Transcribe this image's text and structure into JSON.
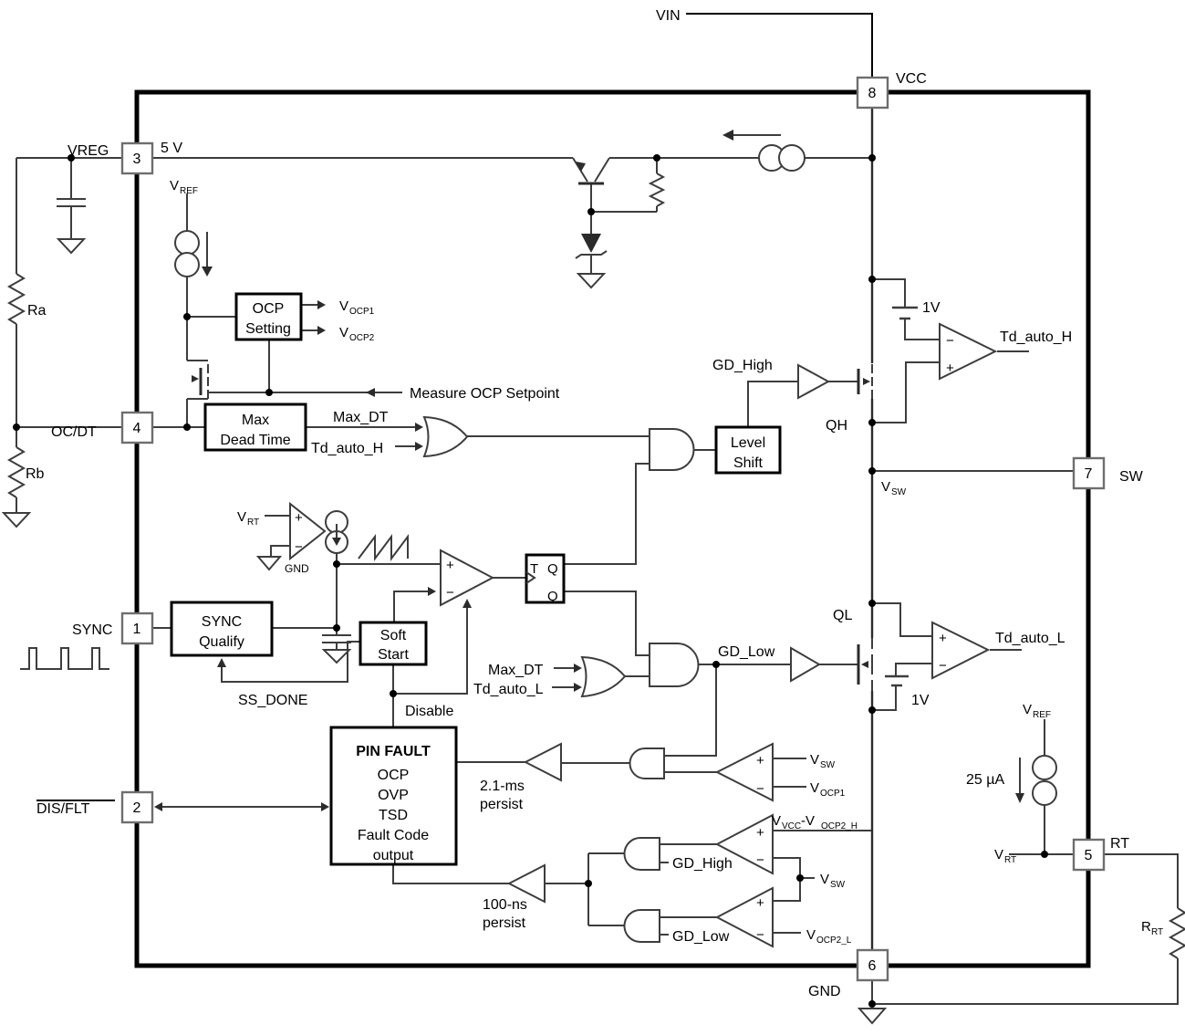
{
  "pins": {
    "p1": "1",
    "p2": "2",
    "p3": "3",
    "p4": "4",
    "p5": "5",
    "p6": "6",
    "p7": "7",
    "p8": "8"
  },
  "pin_labels": {
    "vin": "VIN",
    "vcc": "VCC",
    "vreg": "VREG",
    "five_v": "5 V",
    "oc_dt": "OC/DT",
    "sync": "SYNC",
    "dis_flt": "DIS/FLT",
    "sw": "SW",
    "rt": "RT",
    "gnd": "GND"
  },
  "blocks": {
    "ocp_setting": [
      "OCP",
      "Setting"
    ],
    "max_dead_time": [
      "Max",
      "Dead Time"
    ],
    "sync_qualify": [
      "SYNC",
      "Qualify"
    ],
    "soft_start": [
      "Soft",
      "Start"
    ],
    "level_shift": [
      "Level",
      "Shift"
    ],
    "pin_fault": [
      "PIN FAULT",
      "OCP",
      "OVP",
      "TSD",
      "Fault Code",
      "output"
    ],
    "t_ff": {
      "t": "T",
      "q": "Q",
      "qb": "Q"
    }
  },
  "labels": {
    "ra": "Ra",
    "rb": "Rb",
    "r_rt": {
      "base": "R",
      "sub": "RT"
    },
    "v_ref": {
      "base": "V",
      "sub": "REF"
    },
    "v_rt": {
      "base": "V",
      "sub": "RT"
    },
    "v_sw": {
      "base": "V",
      "sub": "SW"
    },
    "v_ocp1": {
      "base": "V",
      "sub": "OCP1"
    },
    "v_ocp2": {
      "base": "V",
      "sub": "OCP2"
    },
    "v_ocp2_l": {
      "base": "V",
      "sub": "OCP2_L"
    },
    "v_vcc_ocp2h": {
      "b1": "V",
      "s1": "VCC",
      "b2": " -V",
      "s2": "OCP2_H"
    },
    "measure_ocp": "Measure OCP Setpoint",
    "max_dt": "Max_DT",
    "td_auto_h": "Td_auto_H",
    "td_auto_l": "Td_auto_L",
    "gd_high": "GD_High",
    "gd_low": "GD_Low",
    "qh": "QH",
    "ql": "QL",
    "one_v": "1V",
    "ss_done": "SS_DONE",
    "disable": "Disable",
    "gnd_small": "GND",
    "persist_ms": [
      "2.1-ms",
      "persist"
    ],
    "persist_ns": [
      "100-ns",
      "persist"
    ],
    "current_25ua": "25 µA",
    "plus": "+",
    "minus": "−"
  }
}
